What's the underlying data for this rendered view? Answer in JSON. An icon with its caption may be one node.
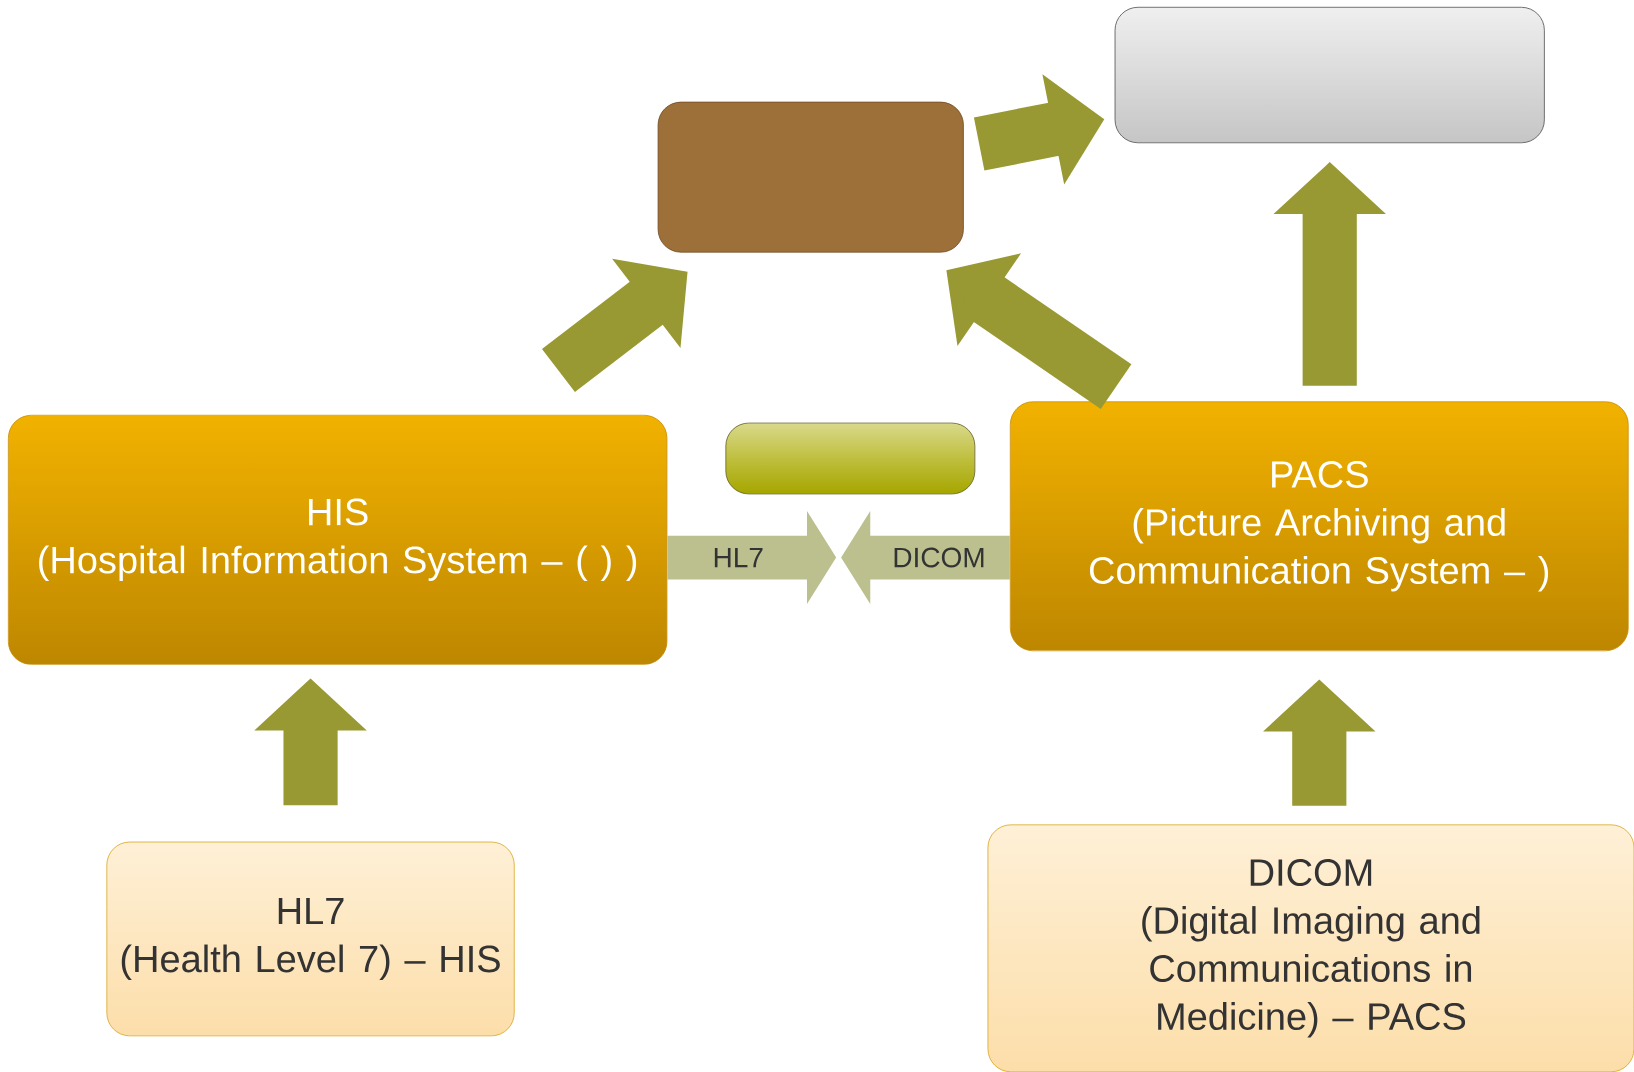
{
  "diagram": {
    "nodes": [
      {
        "text": [],
        "shape": "box"
      },
      {
        "text": [],
        "shape": "box"
      },
      {
        "text": [],
        "shape": "box"
      },
      {
        "text": [
          "HIS",
          "(Hospital Information System – ( ) )"
        ]
      },
      {
        "text": [
          "PACS",
          "(Picture Archiving and Communication System – )"
        ]
      },
      {
        "text": [
          "HL7",
          "(Health Level 7) – HIS"
        ]
      },
      {
        "text": [
          "DICOM",
          "(Digital Imaging and Communications in Medicine) – PACS"
        ]
      }
    ],
    "edges": [
      {
        "from": 3,
        "to": 1,
        "arrow": "to"
      },
      {
        "from": 1,
        "to": 0,
        "arrow": "to"
      },
      {
        "from": 4,
        "to": 1,
        "arrow": "to"
      },
      {
        "from": 4,
        "to": 0,
        "arrow": "to"
      },
      {
        "from": 5,
        "to": 3,
        "arrow": "to"
      },
      {
        "from": 6,
        "to": 4,
        "arrow": "to"
      },
      {
        "from": 3,
        "to": null,
        "arrow": "to",
        "label": "HL7",
        "color": "#bcc08e"
      },
      {
        "from": 4,
        "to": null,
        "arrow": "to",
        "label": "DICOM",
        "color": "#bcc08e"
      }
    ]
  }
}
